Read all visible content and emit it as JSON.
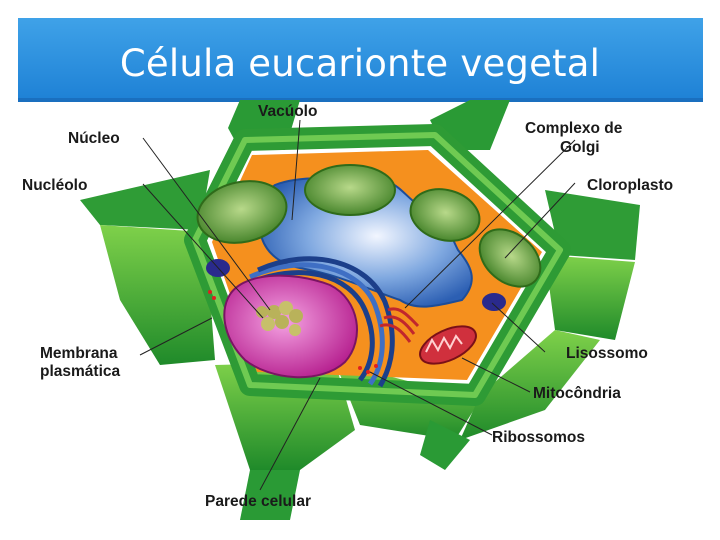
{
  "title": "Célula eucarionte vegetal",
  "labels": {
    "vacuolo": "Vacúolo",
    "nucleo": "Núcleo",
    "nucleolo": "Nucléolo",
    "golgi_line1": "Complexo de",
    "golgi_line2": "Golgi",
    "cloroplasto": "Cloroplasto",
    "membrana_line1": "Membrana",
    "membrana_line2": "plasmática",
    "lisossomo": "Lisossomo",
    "mitocondria": "Mitocôndria",
    "ribossomos": "Ribossomos",
    "parede": "Parede celular"
  }
}
